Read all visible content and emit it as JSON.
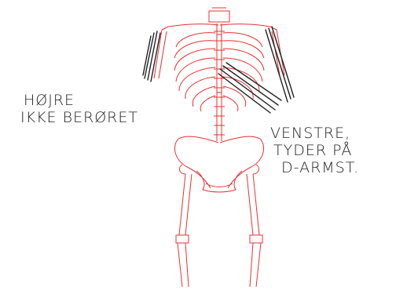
{
  "annotations": {
    "right_side": [
      "HØJRE",
      "IKKE BERØRET"
    ],
    "left_side": [
      "VENSTRE,",
      "TYDER PÅ",
      "D-ARMST."
    ]
  },
  "colors": {
    "skeleton": "#e8312f",
    "pen": "#222222"
  }
}
